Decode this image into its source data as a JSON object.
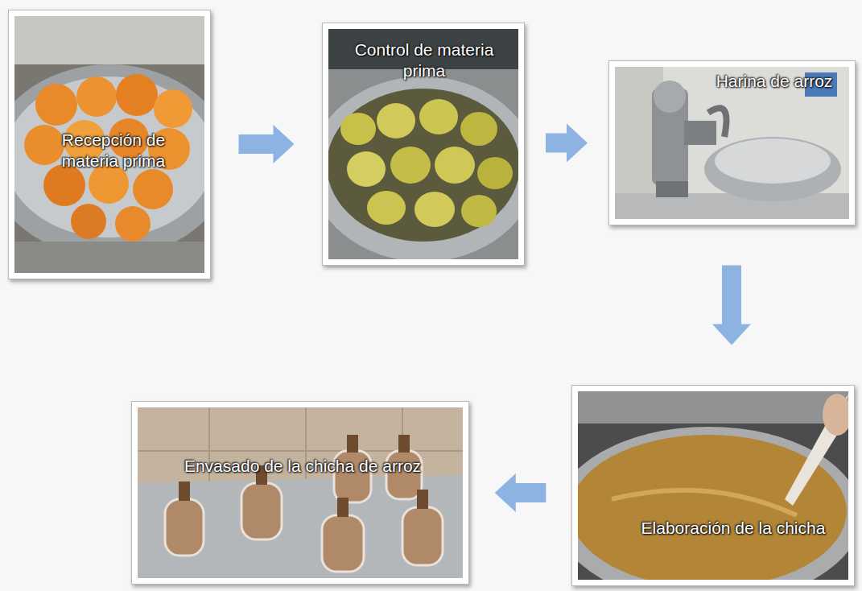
{
  "diagram": {
    "nodes": [
      {
        "text": [
          "Recepción de materia prima"
        ]
      },
      {
        "text": [
          "Control de materia prima"
        ]
      },
      {
        "text": [
          "Harina de arroz"
        ]
      },
      {
        "text": [
          "Elaboración de la chicha"
        ]
      },
      {
        "text": [
          "Envasado de la chicha de arroz"
        ]
      }
    ],
    "edges": [
      {
        "from": 0,
        "to": 1,
        "arrow": "to"
      },
      {
        "from": 1,
        "to": 2,
        "arrow": "to"
      },
      {
        "from": 2,
        "to": 3,
        "arrow": "to"
      },
      {
        "from": 3,
        "to": 4,
        "arrow": "to"
      }
    ]
  }
}
